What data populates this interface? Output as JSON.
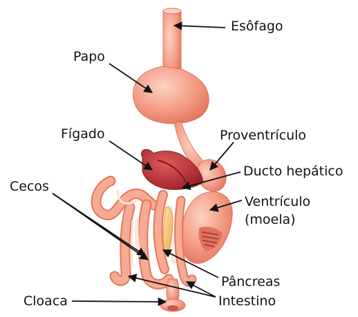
{
  "colors": {
    "organ_fill": "#f49c84",
    "organ_dark": "#e0735e",
    "organ_light": "#fbd0bf",
    "liver": "#c33a3d",
    "liver_dark": "#8f1f26",
    "pancreas": "#f6c06d",
    "arrow": "#111111",
    "text": "#111111"
  },
  "labels": {
    "esofago": "Esôfago",
    "papo": "Papo",
    "figado": "Fígado",
    "proventriculo": "Proventrículo",
    "ducto_hepatico": "Ducto hepático",
    "cecos": "Cecos",
    "ventriculo": "Ventrículo",
    "moela": "(moela)",
    "pancreas": "Pâncreas",
    "cloaca": "Cloaca",
    "intestino": "Intestino"
  }
}
